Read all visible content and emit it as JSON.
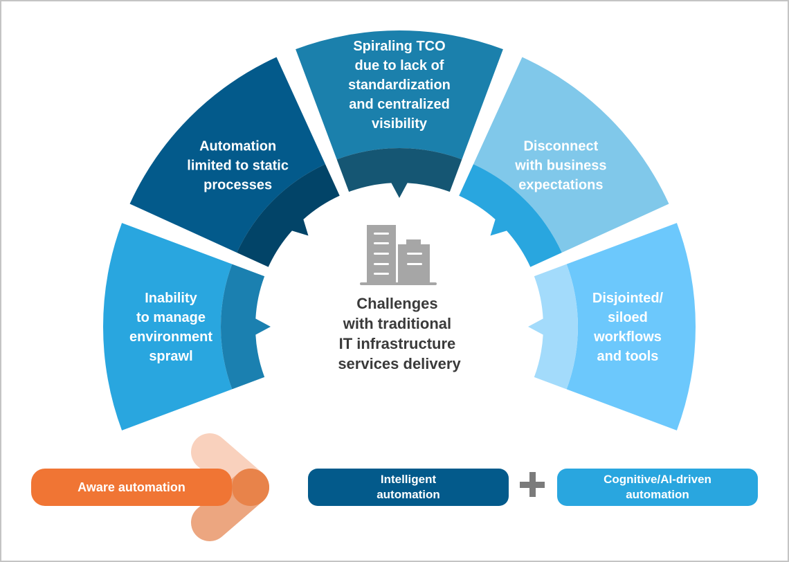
{
  "center": {
    "icon": "office-buildings-icon",
    "lines": [
      "Challenges",
      "with traditional",
      "IT infrastructure",
      "services delivery"
    ]
  },
  "segments": [
    {
      "id": "environment-sprawl",
      "lines": [
        "Inability",
        "to manage",
        "environment",
        "sprawl"
      ],
      "outer_color": "#29a6df",
      "inner_color": "#1b80b0"
    },
    {
      "id": "static-processes",
      "lines": [
        "Automation",
        "limited to static",
        "processes"
      ],
      "outer_color": "#035a8b",
      "inner_color": "#024468"
    },
    {
      "id": "spiraling-tco",
      "lines": [
        "Spiraling TCO",
        "due to lack of",
        "standardization",
        "and centralized",
        "visibility"
      ],
      "outer_color": "#1b80ac",
      "inner_color": "#155673"
    },
    {
      "id": "business-disconnect",
      "lines": [
        "Disconnect",
        "with business",
        "expectations"
      ],
      "outer_color": "#80c8ea",
      "inner_color": "#29a6df"
    },
    {
      "id": "siloed-workflows",
      "lines": [
        "Disjointed/",
        "siloed",
        "workflows",
        "and tools"
      ],
      "outer_color": "#6cc8fc",
      "inner_color": "#a3dbfb"
    }
  ],
  "bottom": {
    "aware": {
      "label": "Aware automation",
      "color": "#f07534",
      "arrow_light": "#f9cfba",
      "arrow_mid": "#e9976b"
    },
    "intelligent": {
      "lines": [
        "Intelligent",
        "automation"
      ],
      "color": "#035a8b"
    },
    "plus": {
      "icon": "plus-icon",
      "color": "#7b7b7b"
    },
    "cognitive": {
      "lines": [
        "Cognitive/AI-driven",
        "automation"
      ],
      "color": "#29a6df"
    }
  }
}
